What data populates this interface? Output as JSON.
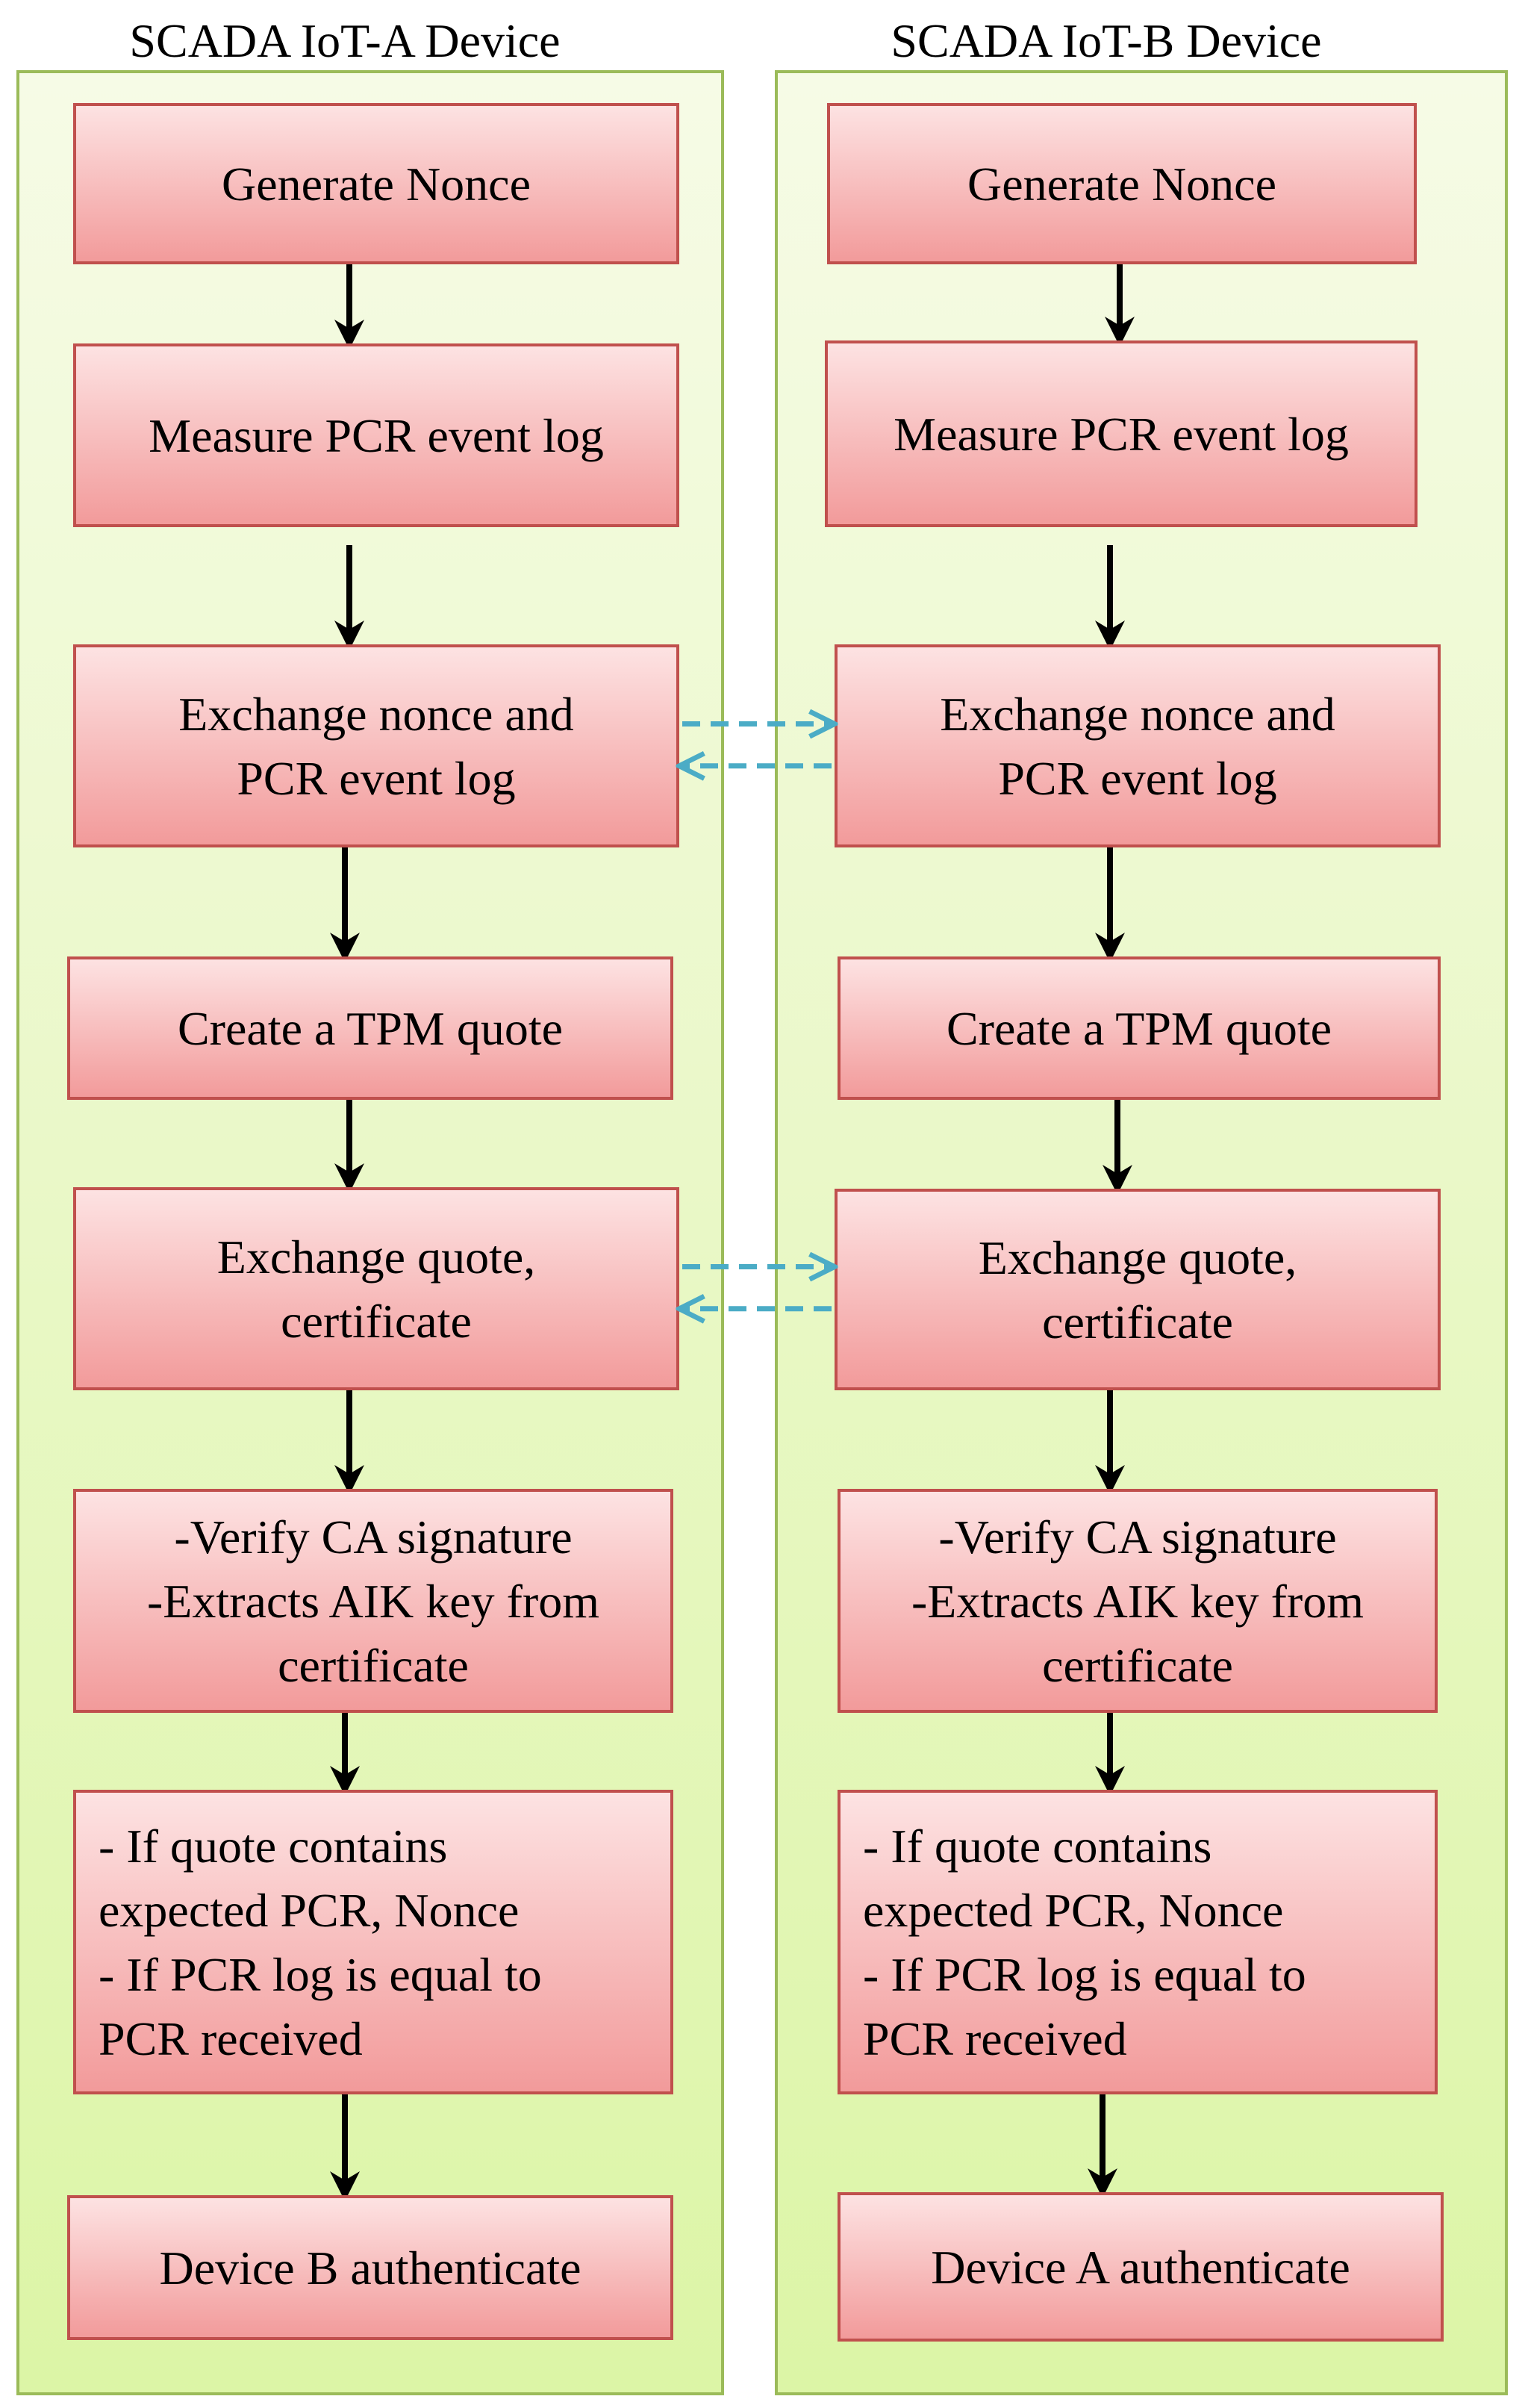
{
  "colors": {
    "lane_fill_top": "#f6fbe6",
    "lane_fill_bottom": "#dcf5a6",
    "lane_border": "#9bbb59",
    "box_fill_top": "#fde3e3",
    "box_fill_bottom": "#f29a9a",
    "box_border": "#c0504d",
    "arrow": "#000000",
    "exchange_arrow": "#4bacc6"
  },
  "lanes": [
    {
      "title": "SCADA IoT-A Device",
      "steps": [
        {
          "lines": [
            "Generate Nonce"
          ]
        },
        {
          "lines": [
            "Measure PCR event log"
          ]
        },
        {
          "lines": [
            "Exchange nonce and",
            "PCR event log"
          ]
        },
        {
          "lines": [
            "Create a TPM quote"
          ]
        },
        {
          "lines": [
            "Exchange quote,",
            "certificate"
          ]
        },
        {
          "lines": [
            "-Verify CA signature",
            "-Extracts AIK key from",
            "certificate"
          ]
        },
        {
          "lines": [
            "- If quote contains",
            "expected PCR, Nonce",
            "- If PCR log is equal to",
            "PCR received"
          ]
        },
        {
          "lines": [
            "Device B authenticate"
          ]
        }
      ]
    },
    {
      "title": "SCADA IoT-B Device",
      "steps": [
        {
          "lines": [
            "Generate Nonce"
          ]
        },
        {
          "lines": [
            "Measure PCR event log"
          ]
        },
        {
          "lines": [
            "Exchange nonce and",
            "PCR event log"
          ]
        },
        {
          "lines": [
            "Create a TPM quote"
          ]
        },
        {
          "lines": [
            "Exchange quote,",
            "certificate"
          ]
        },
        {
          "lines": [
            "-Verify CA signature",
            "-Extracts AIK key from",
            "certificate"
          ]
        },
        {
          "lines": [
            "- If quote contains",
            "expected PCR, Nonce",
            "- If PCR log is equal to",
            "PCR received"
          ]
        },
        {
          "lines": [
            "Device A authenticate"
          ]
        }
      ]
    }
  ],
  "exchanges": [
    {
      "from_step": 3
    },
    {
      "from_step": 5
    }
  ]
}
